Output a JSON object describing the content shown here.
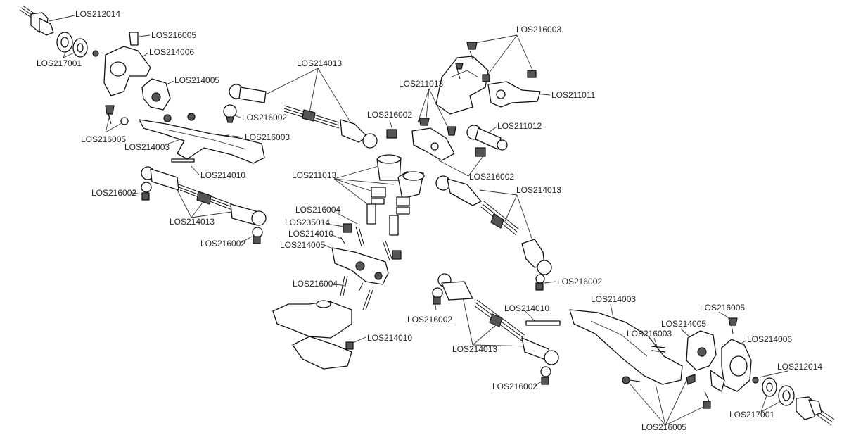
{
  "labels": {
    "los212014_tl": "LOS212014",
    "los216005_tl": "LOS216005",
    "los214006_tl": "LOS214006",
    "los217001_tl": "LOS217001",
    "los214005_tl": "LOS214005",
    "los216002_a": "LOS216002",
    "los216003_tl": "LOS216003",
    "los216005_ml": "LOS216005",
    "los214003_tl": "LOS214003",
    "los214010_tl": "LOS214010",
    "los216002_ml": "LOS216002",
    "los214013_ml": "LOS214013",
    "los216002_bl": "LOS216002",
    "los214013_tc": "LOS214013",
    "los211013_c": "LOS211013",
    "los216002_c": "LOS216002",
    "los216003_tr": "LOS216003",
    "los211013_tr": "LOS211013",
    "los211011": "LOS211011",
    "los211012": "LOS211012",
    "los216002_r": "LOS216002",
    "los214013_r": "LOS214013",
    "los216004_a": "LOS216004",
    "los235014": "LOS235014",
    "los214010_c": "LOS214010",
    "los214005_c": "LOS214005",
    "los216004_b": "LOS216004",
    "los214010_bc": "LOS214010",
    "los216002_mr": "LOS216002",
    "los216002_bc": "LOS216002",
    "los214010_bm": "LOS214010",
    "los214013_bm": "LOS214013",
    "los216002_bb": "LOS216002",
    "los214003_br": "LOS214003",
    "los216003_br": "LOS216003",
    "los214005_br": "LOS214005",
    "los216005_br": "LOS216005",
    "los214006_br": "LOS214006",
    "los212014_br": "LOS212014",
    "los217001_br": "LOS217001",
    "los216005_bb": "LOS216005"
  }
}
